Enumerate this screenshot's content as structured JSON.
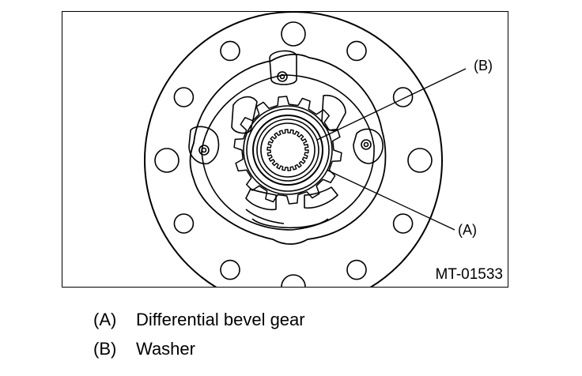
{
  "figure": {
    "id_label": "MT-01533",
    "callouts": [
      {
        "key": "a",
        "label": "(A)"
      },
      {
        "key": "b",
        "label": "(B)"
      }
    ]
  },
  "legend": [
    {
      "key": "(A)",
      "text": "Differential bevel gear"
    },
    {
      "key": "(B)",
      "text": "Washer"
    }
  ]
}
